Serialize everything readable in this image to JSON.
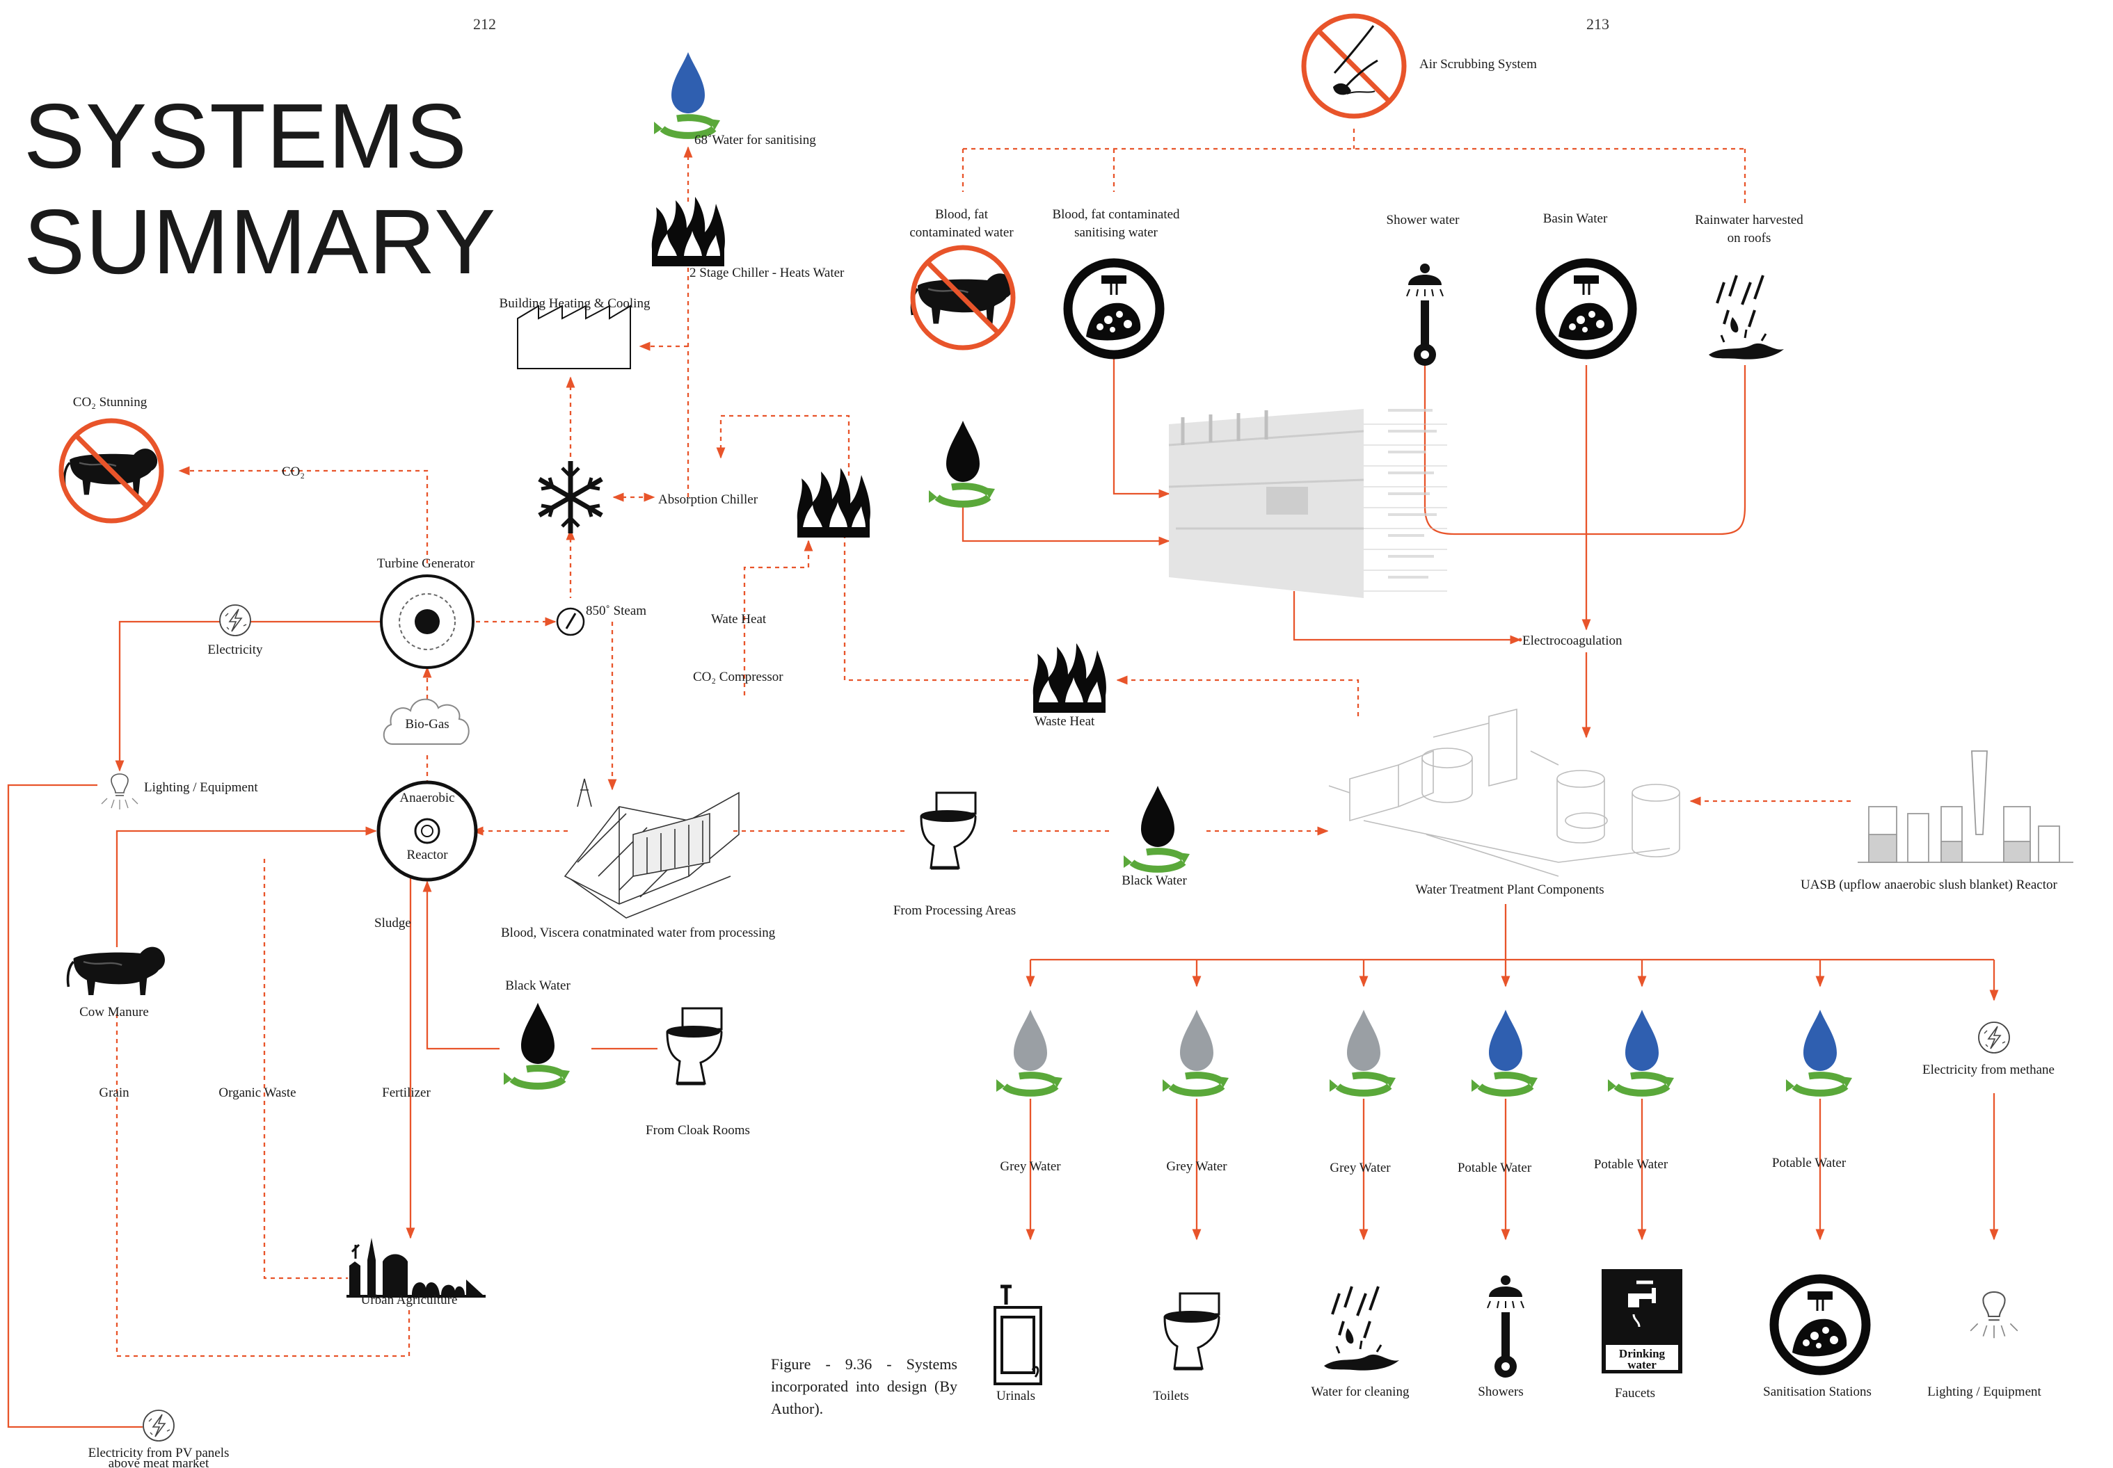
{
  "page": {
    "page_left": "212",
    "page_right": "213",
    "title_line1": "SYSTEMS",
    "title_line2": "SUMMARY",
    "caption": "Figure - 9.36 - Systems incorporated into design (By Author)."
  },
  "colors": {
    "flow_line": "#e8542a",
    "water_blue": "#2f5fb0",
    "water_grey": "#9a9fa4",
    "recycle_green": "#5aa83a",
    "ink": "#111111"
  },
  "labels": {
    "air_scrubbing": "Air Scrubbing System",
    "water_sanitising": "68˚Water for sanitising",
    "chiller2": "2 Stage Chiller - Heats Water",
    "building_heating": "Building Heating & Cooling",
    "co2_stunning": "CO₂ Stunning",
    "co2": "CO₂",
    "absorption_chiller": "Absorption Chiller",
    "turbine_generator": "Turbine Generator",
    "steam": "850˚ Steam",
    "electricity": "Electricity",
    "wate_heat": "Wate Heat",
    "co2_compressor": "CO₂ Compressor",
    "waste_heat": "Waste Heat",
    "biogas": "Bio-Gas",
    "lighting_equipment_left": "Lighting / Equipment",
    "anaerobic": "Anaerobic",
    "reactor": "Reactor",
    "sludge": "Sludge",
    "blood_viscera": "Blood, Viscera conatminated water from processing",
    "from_processing": "From Processing Areas",
    "black_water_mid": "Black Water",
    "black_water_left": "Black Water",
    "from_cloak": "From Cloak Rooms",
    "cow_manure": "Cow Manure",
    "grain": "Grain",
    "organic_waste": "Organic Waste",
    "fertilizer": "Fertilizer",
    "urban_agriculture": "Urban Agriculture",
    "electricity_pv_1": "Electricity from PV panels",
    "electricity_pv_2": "above meat market",
    "blood_fat_1": "Blood, fat",
    "blood_fat_2": "contaminated water",
    "blood_fat_san_1": "Blood, fat contaminated",
    "blood_fat_san_2": "sanitising water",
    "shower_water": "Shower water",
    "basin_water": "Basin Water",
    "rainwater_1": "Rainwater harvested",
    "rainwater_2": "on roofs",
    "electrocoagulation": "Electrocoagulation",
    "water_treatment": "Water Treatment Plant Components",
    "uasb": "UASB (upflow anaerobic slush blanket) Reactor",
    "grey_water_1": "Grey Water",
    "grey_water_2": "Grey Water",
    "grey_water_3": "Grey Water",
    "potable_water_1": "Potable Water",
    "potable_water_2": "Potable Water",
    "potable_water_3": "Potable Water",
    "electricity_methane": "Electricity from methane",
    "urinals": "Urinals",
    "toilets": "Toilets",
    "water_cleaning": "Water for cleaning",
    "showers": "Showers",
    "faucets": "Faucets",
    "sanitisation": "Sanitisation Stations",
    "lighting_equipment_right": "Lighting / Equipment",
    "drinking_1": "Drinking",
    "drinking_2": "water"
  }
}
